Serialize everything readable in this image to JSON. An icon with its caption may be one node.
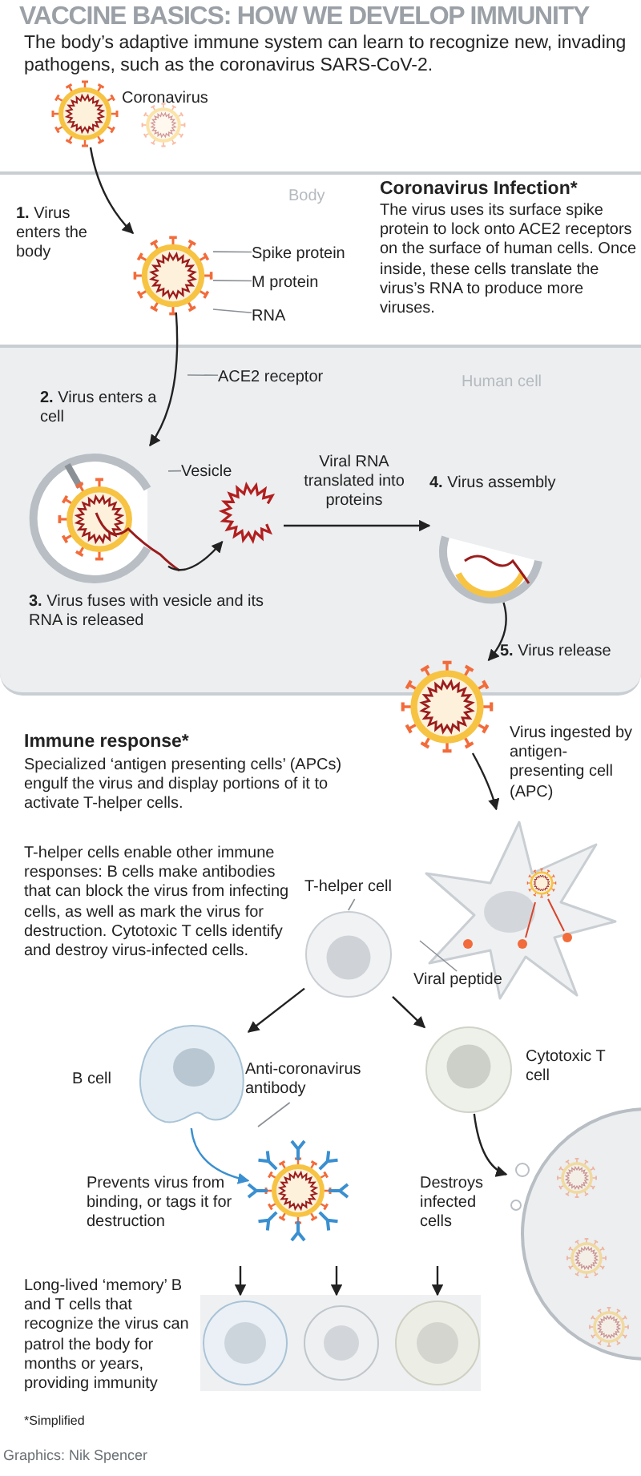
{
  "diagram": {
    "title": "**VACCINE BASICS:** HOW WE DEVELOP IMMUNITY",
    "nodes": [
      {
        "text": [],
        "shape": "picture",
        "beside": [
          "Coronavirus"
        ]
      },
      {
        "text": [
          "Body"
        ]
      },
      {
        "text": [],
        "shape": "picture",
        "in": 1
      },
      {
        "text": [
          "Spike protein"
        ],
        "in": 1
      },
      {
        "text": [
          "M protein"
        ],
        "in": 1
      },
      {
        "text": [
          "RNA"
        ],
        "in": 1
      },
      {
        "text": [
          "ACE2 receptor"
        ],
        "in": 7
      },
      {
        "text": [
          "Human cell"
        ]
      },
      {
        "text": [],
        "shape": "picture",
        "in": 7,
        "beside": [
          "**3.** Virus fuses with vesicle and its RNA is released"
        ]
      },
      {
        "text": [
          "Vesicle"
        ],
        "in": 7
      },
      {
        "text": [],
        "shape": "picture",
        "in": 7
      },
      {
        "text": [],
        "shape": "picture",
        "in": 7,
        "beside": [
          "**4.** Virus assembly"
        ]
      },
      {
        "text": [],
        "shape": "picture",
        "beside": [
          "**5.** Virus release"
        ]
      },
      {
        "text": [],
        "shape": "picture"
      },
      {
        "text": [],
        "shape": "picture"
      },
      {
        "text": [
          "T-helper cell"
        ]
      },
      {
        "text": [
          "Viral peptide"
        ]
      },
      {
        "text": [],
        "shape": "picture",
        "beside": [
          "B cell"
        ]
      },
      {
        "text": [
          "Anti-coronavirus antibody"
        ]
      },
      {
        "text": [],
        "shape": "picture",
        "beside": [
          "Prevents virus from binding, or tags it for destruction"
        ]
      },
      {
        "text": [],
        "shape": "picture",
        "beside": [
          "Cytotoxic T cell"
        ]
      },
      {
        "text": [],
        "shape": "picture",
        "beside": [
          "Destroys infected cells"
        ]
      },
      {
        "text": [],
        "shape": "picture",
        "beside": [
          "Long-lived ‘memory’ B and T cells that recognize the virus can patrol the body for months or years, providing immunity"
        ]
      }
    ],
    "edges": [
      {
        "from": 0,
        "to": 2,
        "arrow": "to",
        "label": "**1.** Virus enters the body"
      },
      {
        "from": 2,
        "to": 8,
        "arrow": "to",
        "label": "**2.** Virus enters a cell"
      },
      {
        "from": 8,
        "to": 10,
        "arrow": "to"
      },
      {
        "from": 10,
        "to": 11,
        "arrow": "to",
        "label": "Viral RNA translated into proteins"
      },
      {
        "from": 11,
        "to": 12,
        "arrow": "to"
      },
      {
        "from": 12,
        "to": 13,
        "arrow": "to",
        "label": "Virus ingested by antigen-presenting cell (APC)"
      },
      {
        "from": 14,
        "to": 17,
        "arrow": "to"
      },
      {
        "from": 14,
        "to": 20,
        "arrow": "to"
      },
      {
        "from": 17,
        "to": 19,
        "arrow": "to",
        "color": "#3a8fd0"
      },
      {
        "from": 20,
        "to": 21,
        "arrow": "to"
      },
      {
        "from": 3,
        "to": 2,
        "arrow": "none",
        "color": "#8a9096"
      },
      {
        "from": 4,
        "to": 2,
        "arrow": "none",
        "color": "#8a9096"
      },
      {
        "from": 5,
        "to": 2,
        "arrow": "none",
        "color": "#8a9096"
      },
      {
        "from": 6,
        "to": null,
        "arrow": "none",
        "color": "#8a9096"
      },
      {
        "from": 9,
        "to": 8,
        "arrow": "none",
        "color": "#8a9096"
      },
      {
        "from": 15,
        "to": 14,
        "arrow": "none",
        "color": "#8a9096"
      },
      {
        "from": 16,
        "to": null,
        "arrow": "none",
        "color": "#8a9096"
      },
      {
        "from": 18,
        "to": null,
        "arrow": "none",
        "color": "#8a9096"
      },
      {
        "from": null,
        "to": 22,
        "arrow": "to"
      },
      {
        "from": null,
        "to": 22,
        "arrow": "to"
      },
      {
        "from": null,
        "to": 22,
        "arrow": "to"
      }
    ],
    "labels": [
      "The body’s adaptive immune system can learn to recognize new, invading pathogens, such as the coronavirus SARS-CoV-2.",
      "Coronavirus Infection*",
      "The virus uses its surface spike protein to lock onto ACE2 receptors on the surface of human cells. Once inside, these cells translate the virus’s RNA to produce more viruses.",
      "Immune response*",
      "Specialized ‘antigen presenting cells’ (APCs) engulf the virus and display portions of it to activate T-helper cells.",
      "T-helper cells enable other immune responses: B cells make antibodies that can block the virus from infecting cells, as well as mark the virus for destruction. Cytotoxic T cells identify and destroy virus-infected cells.",
      "*Simplified",
      "Graphics: Nik Spencer"
    ]
  }
}
